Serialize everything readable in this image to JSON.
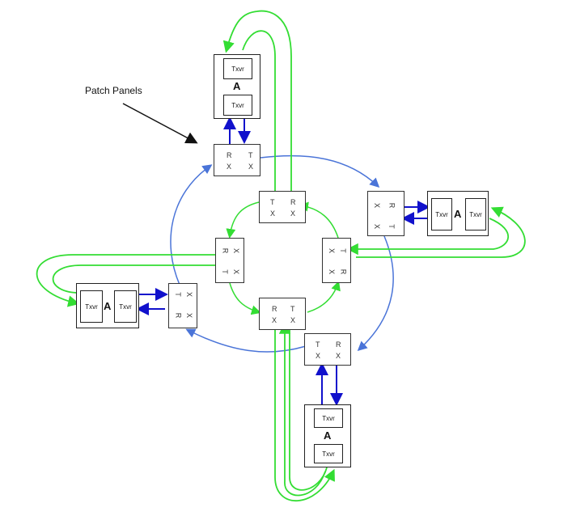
{
  "callout": {
    "text": "Patch Panels"
  },
  "node": {
    "label": "A",
    "txvr": "Txvr"
  },
  "panel": {
    "r": "R",
    "t": "T",
    "x": "X"
  },
  "colors": {
    "fiber": "#33dd33",
    "ring": "#4a74d8",
    "link": "#1111cc",
    "arrow": "#111111"
  }
}
